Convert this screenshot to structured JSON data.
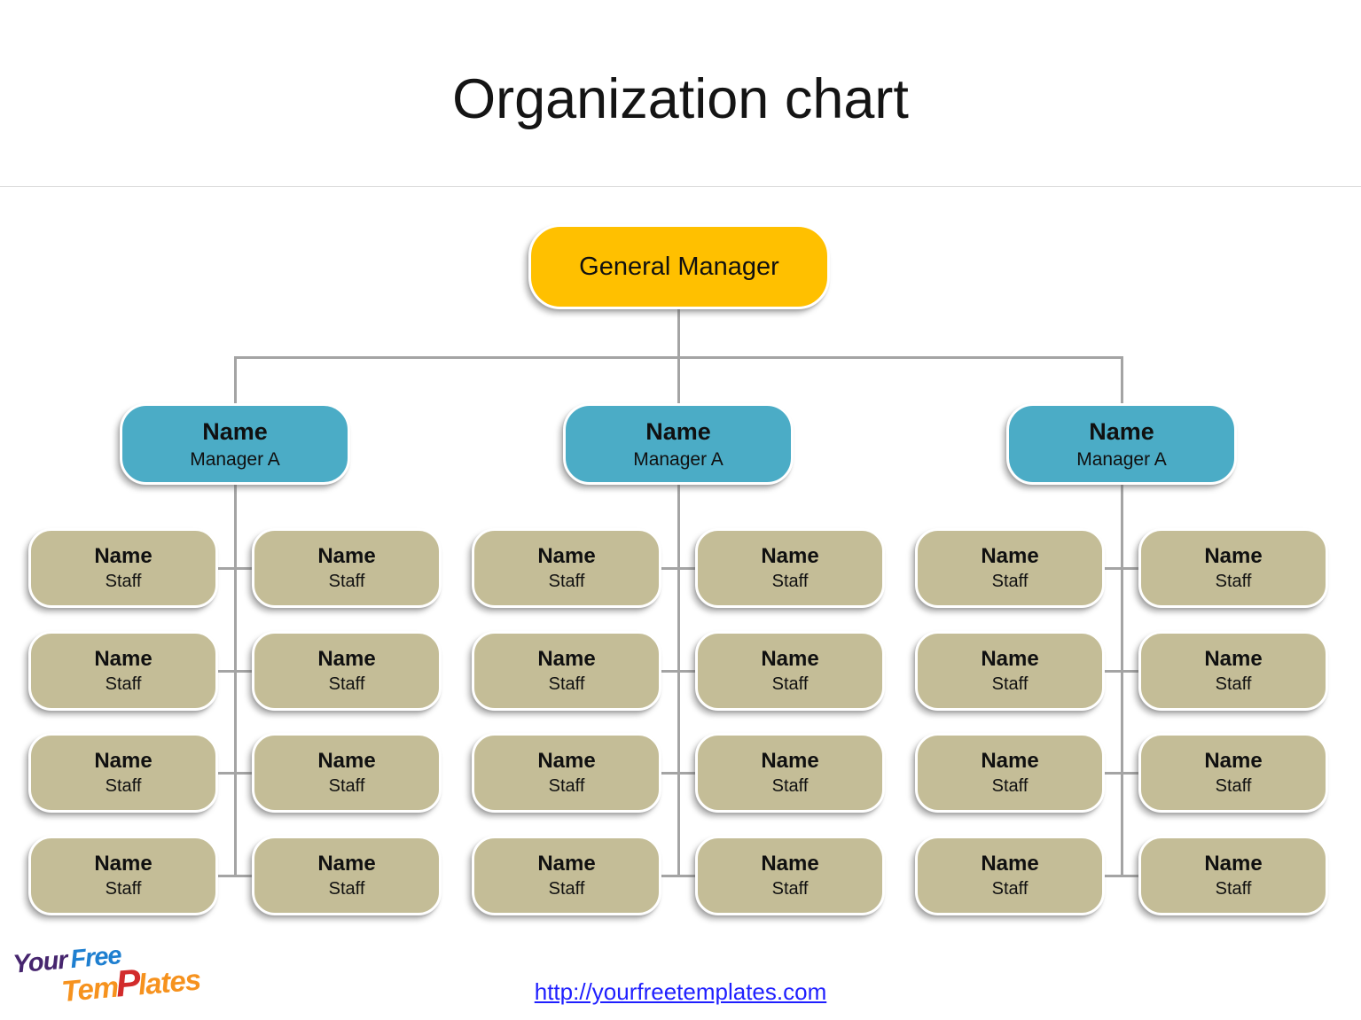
{
  "title": "Organization chart",
  "general_manager": {
    "label": "General Manager"
  },
  "groups": [
    {
      "manager": {
        "name": "Name",
        "role": "Manager A"
      },
      "staff": [
        {
          "name": "Name",
          "role": "Staff"
        },
        {
          "name": "Name",
          "role": "Staff"
        },
        {
          "name": "Name",
          "role": "Staff"
        },
        {
          "name": "Name",
          "role": "Staff"
        },
        {
          "name": "Name",
          "role": "Staff"
        },
        {
          "name": "Name",
          "role": "Staff"
        },
        {
          "name": "Name",
          "role": "Staff"
        },
        {
          "name": "Name",
          "role": "Staff"
        }
      ]
    },
    {
      "manager": {
        "name": "Name",
        "role": "Manager A"
      },
      "staff": [
        {
          "name": "Name",
          "role": "Staff"
        },
        {
          "name": "Name",
          "role": "Staff"
        },
        {
          "name": "Name",
          "role": "Staff"
        },
        {
          "name": "Name",
          "role": "Staff"
        },
        {
          "name": "Name",
          "role": "Staff"
        },
        {
          "name": "Name",
          "role": "Staff"
        },
        {
          "name": "Name",
          "role": "Staff"
        },
        {
          "name": "Name",
          "role": "Staff"
        }
      ]
    },
    {
      "manager": {
        "name": "Name",
        "role": "Manager A"
      },
      "staff": [
        {
          "name": "Name",
          "role": "Staff"
        },
        {
          "name": "Name",
          "role": "Staff"
        },
        {
          "name": "Name",
          "role": "Staff"
        },
        {
          "name": "Name",
          "role": "Staff"
        },
        {
          "name": "Name",
          "role": "Staff"
        },
        {
          "name": "Name",
          "role": "Staff"
        },
        {
          "name": "Name",
          "role": "Staff"
        },
        {
          "name": "Name",
          "role": "Staff"
        }
      ]
    }
  ],
  "footer": {
    "link": "http://yourfreetemplates.com",
    "logo": {
      "your": "Your",
      "free": "Free",
      "tem": "Tem",
      "p": "P",
      "lates": "lates"
    }
  },
  "colors": {
    "gm_fill": "#FFC000",
    "manager_fill": "#4BACC6",
    "staff_fill": "#C4BD97",
    "connector": "#a4a4a4",
    "link": "#1f1fff",
    "logo_your": "#46256e",
    "logo_free": "#1e7fd0",
    "logo_templates": "#f6921e",
    "logo_p": "#d22b2b"
  }
}
